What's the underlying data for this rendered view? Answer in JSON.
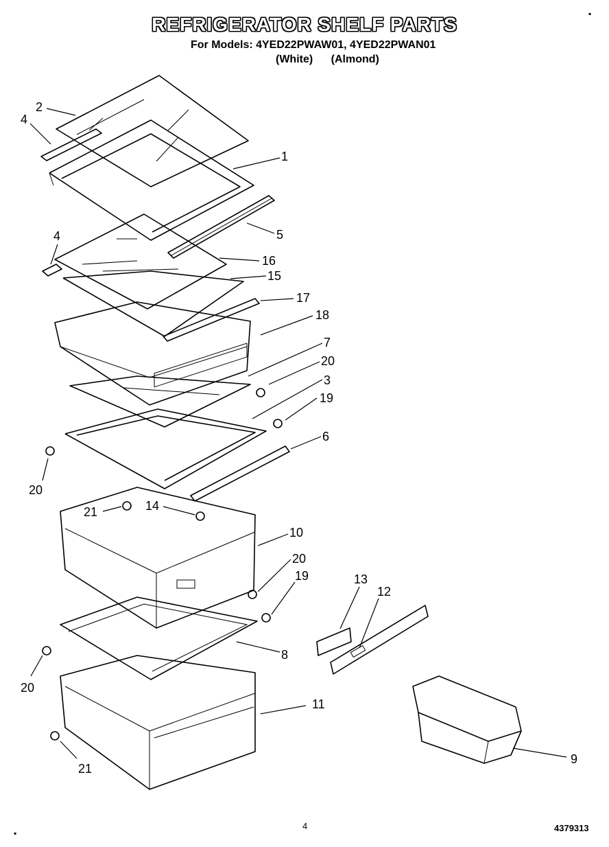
{
  "header": {
    "title": "REFRIGERATOR SHELF PARTS",
    "models": "For Models: 4YED22PWAW01, 4YED22PWAN01",
    "variant_white": "(White)",
    "variant_almond": "(Almond)"
  },
  "footer": {
    "page": "4",
    "part_number": "4379313"
  },
  "callouts": {
    "c1": "1",
    "c2": "2",
    "c3": "3",
    "c4a": "4",
    "c4b": "4",
    "c5": "5",
    "c6": "6",
    "c7": "7",
    "c8": "8",
    "c9": "9",
    "c10": "10",
    "c11": "11",
    "c12": "12",
    "c13": "13",
    "c14": "14",
    "c15": "15",
    "c16": "16",
    "c17": "17",
    "c18": "18",
    "c19a": "19",
    "c19b": "19",
    "c20a": "20",
    "c20b": "20",
    "c20c": "20",
    "c20d": "20",
    "c21a": "21",
    "c21b": "21"
  }
}
